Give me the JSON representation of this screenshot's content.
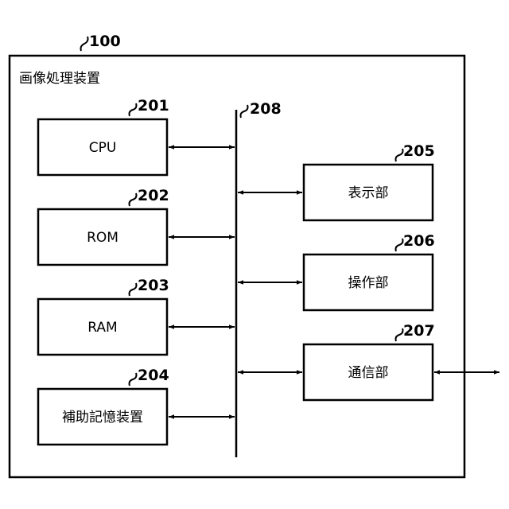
{
  "device": {
    "ref": "100",
    "title": "画像処理装置"
  },
  "bus": {
    "ref": "208"
  },
  "blocks": {
    "cpu": {
      "ref": "201",
      "label": "CPU"
    },
    "rom": {
      "ref": "202",
      "label": "ROM"
    },
    "ram": {
      "ref": "203",
      "label": "RAM"
    },
    "aux": {
      "ref": "204",
      "label": "補助記憶装置"
    },
    "display": {
      "ref": "205",
      "label": "表示部"
    },
    "operation": {
      "ref": "206",
      "label": "操作部"
    },
    "comm": {
      "ref": "207",
      "label": "通信部"
    }
  }
}
